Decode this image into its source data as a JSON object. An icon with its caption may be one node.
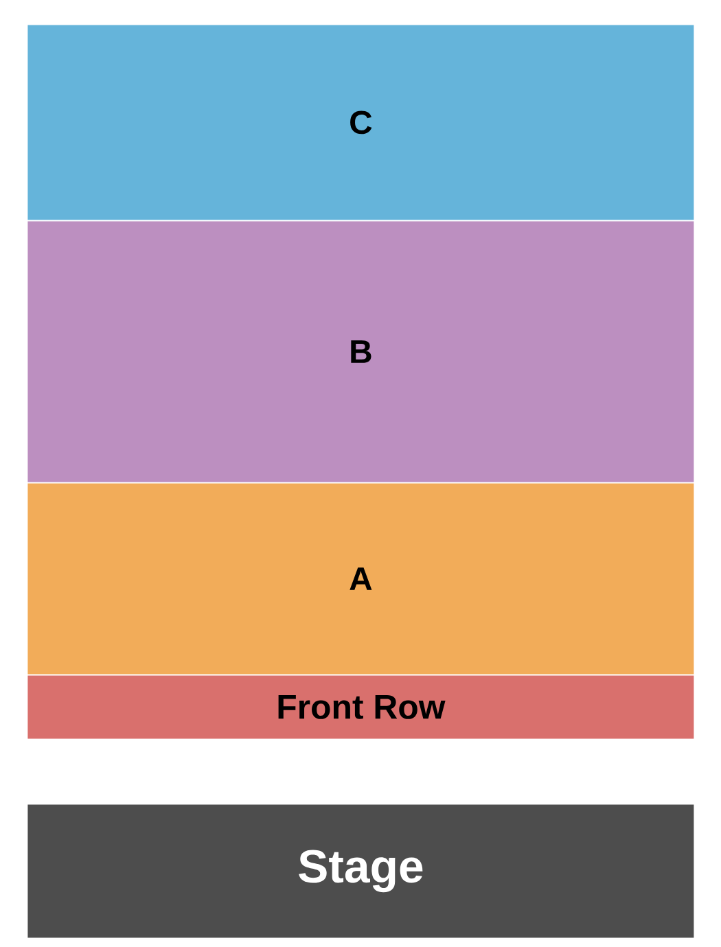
{
  "diagram": {
    "nodes": [
      {
        "text": [
          "C"
        ]
      },
      {
        "text": [
          "B"
        ]
      },
      {
        "text": [
          "A"
        ]
      },
      {
        "text": [
          "Front Row"
        ]
      },
      {
        "text": [
          "Stage"
        ]
      }
    ]
  }
}
